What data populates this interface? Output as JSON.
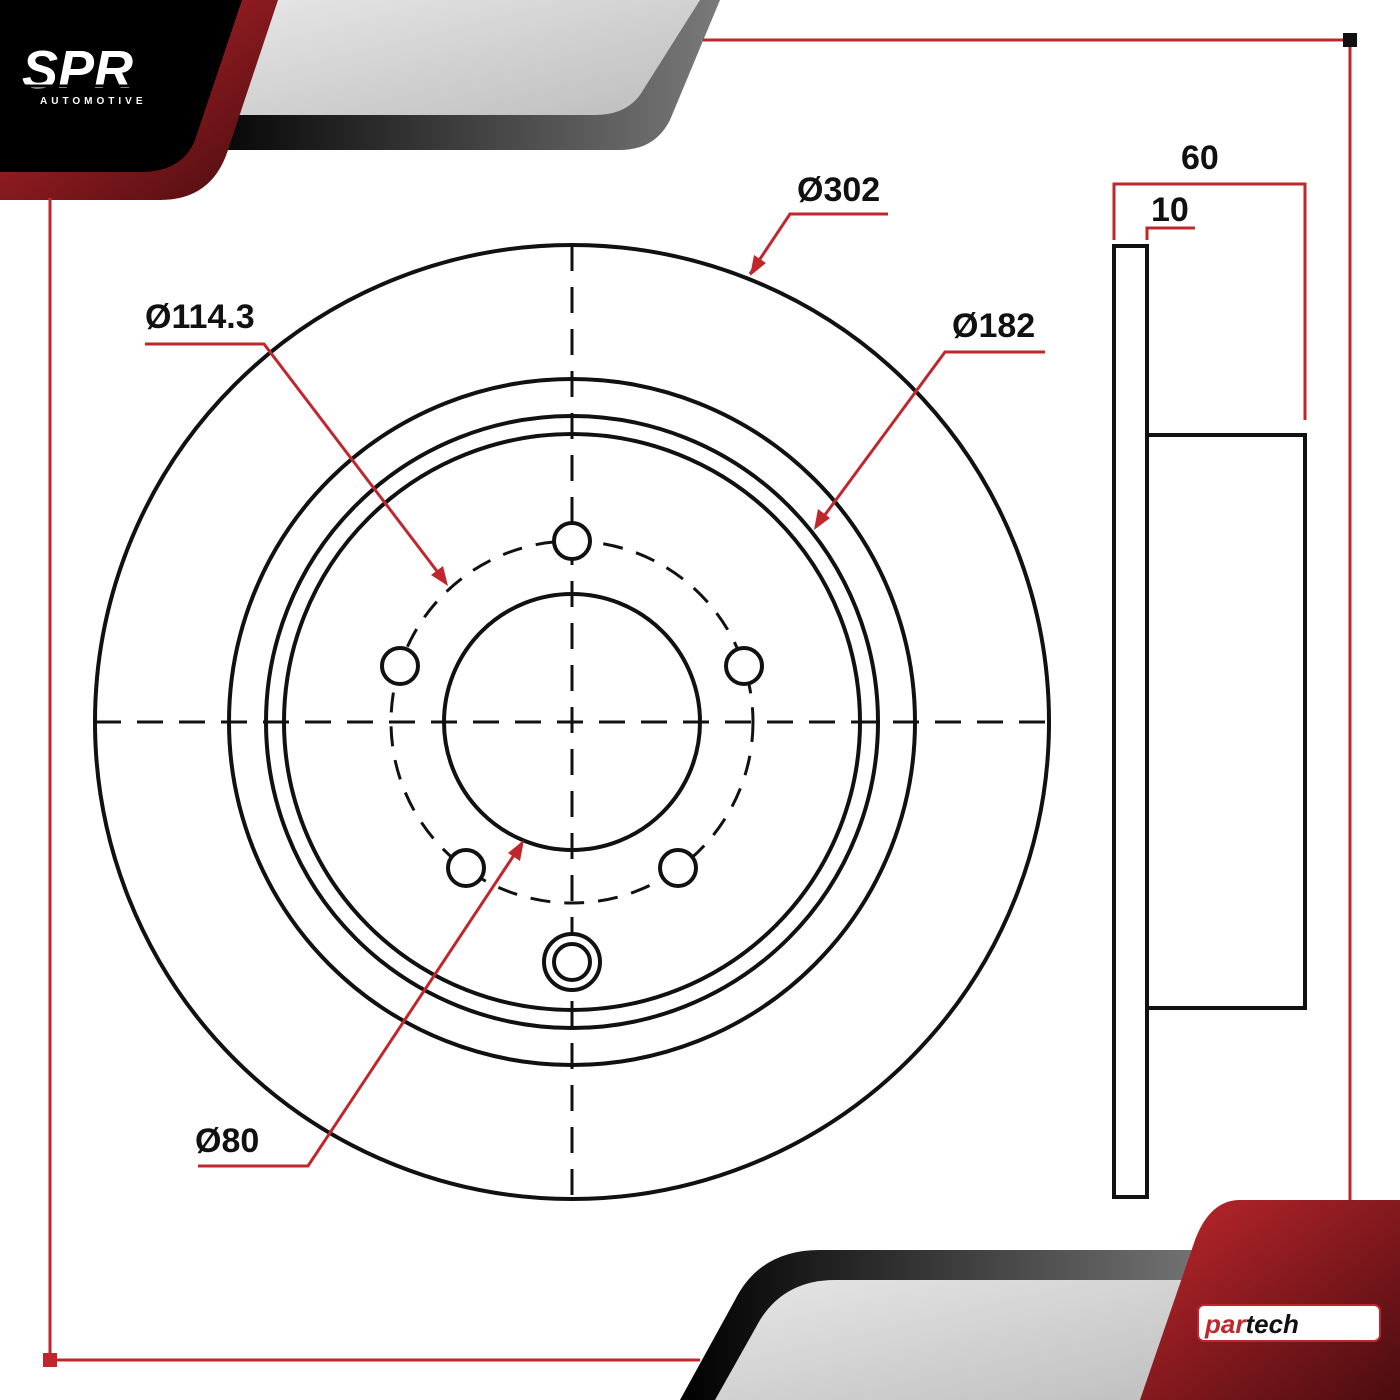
{
  "brand": {
    "logo_text": "SPR",
    "logo_subtext": "AUTOMOTIVE",
    "partner_logo_prefix": "par",
    "partner_logo_suffix": "tech"
  },
  "colors": {
    "accent_red": "#c0272d",
    "dark_red": "#7a1418",
    "line_black": "#111111",
    "band_grey": "#d0d0d0"
  },
  "dimensions": {
    "outer_diameter": "Ø302",
    "bolt_circle": "Ø114.3",
    "hat_diameter": "Ø182",
    "center_bore": "Ø80",
    "total_height": "60",
    "disc_thickness": "10"
  },
  "icons": {
    "bolt_hole": "bolt-hole-icon",
    "locating_hole": "locating-hole-icon"
  }
}
